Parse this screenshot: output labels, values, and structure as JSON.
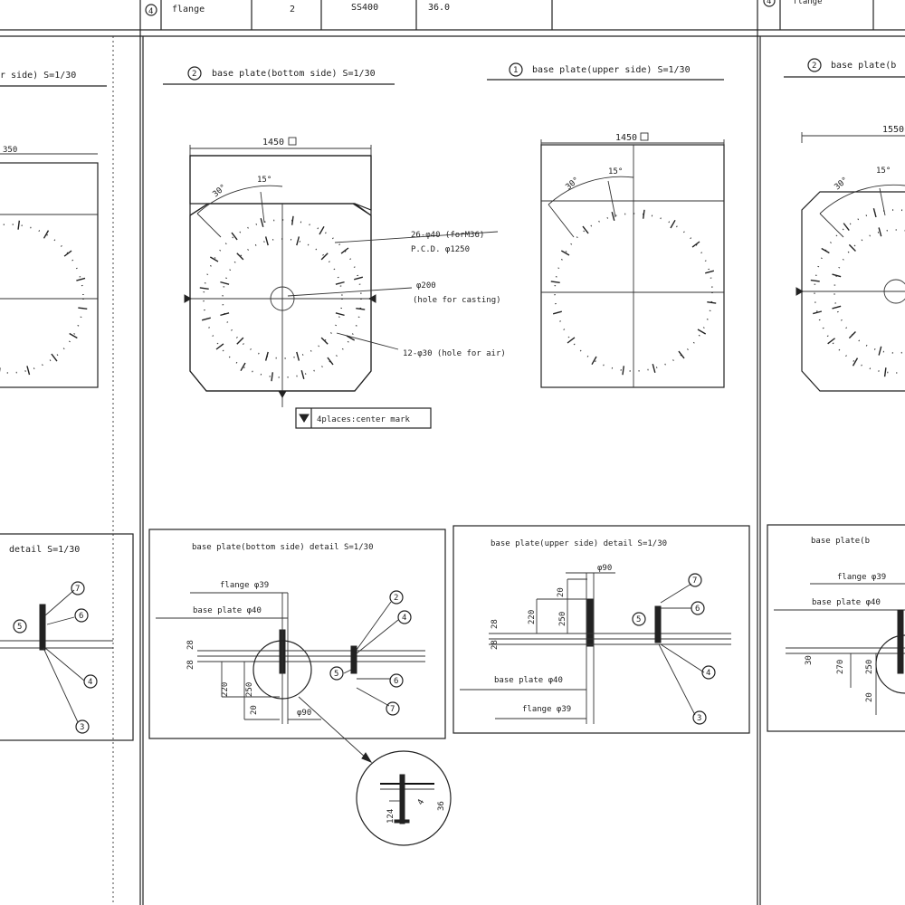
{
  "table_row": {
    "num_center": "4",
    "name_center": "flange",
    "qty_center": "2",
    "material_center": "SS400",
    "dim_center": "36.0",
    "num_right": "4",
    "name_right": "flange"
  },
  "left_panel": {
    "title": "r side) S=1/30",
    "dim": "350",
    "detail_title": "detail S=1/30",
    "detail_labels": [
      "7",
      "6",
      "5",
      "4",
      "3"
    ]
  },
  "bottom_plan": {
    "num": "2",
    "title": "base plate(bottom side) S=1/30",
    "width": "1450",
    "angle_a": "30°",
    "angle_b": "15°",
    "note_holes_1": "26-φ40 (forM36)",
    "note_holes_2": "P.C.D. φ1250",
    "note_center_1": "φ200",
    "note_center_2": "(hole for casting)",
    "note_air": "12-φ30 (hole for air)",
    "center_mark": "4places:center mark"
  },
  "upper_plan": {
    "num": "1",
    "title": "base plate(upper side) S=1/30",
    "width": "1450",
    "angle_a": "30°",
    "angle_b": "15°"
  },
  "right_plan": {
    "num": "2",
    "title": "base plate(b",
    "width": "1550",
    "angle_a": "30°",
    "angle_b": "15°"
  },
  "bottom_detail": {
    "title": "base plate(bottom side) detail S=1/30",
    "flange": "flange φ39",
    "base": "base plate φ40",
    "dims": [
      "28",
      "28",
      "220",
      "250",
      "20"
    ],
    "phi": "φ90",
    "callouts": [
      "2",
      "4",
      "5",
      "6",
      "7"
    ]
  },
  "upper_detail": {
    "title": "base plate(upper side) detail S=1/30",
    "phi": "φ90",
    "dims": [
      "20",
      "220",
      "250",
      "28",
      "28"
    ],
    "base": "base plate φ40",
    "flange": "flange φ39",
    "callouts": [
      "7",
      "6",
      "5",
      "4",
      "3"
    ]
  },
  "right_detail": {
    "title": "base plate(b",
    "flange": "flange φ39",
    "base": "base plate φ40",
    "dims": [
      "30",
      "270",
      "250",
      "20"
    ]
  },
  "enlarged": {
    "dim_a": "124",
    "dim_b": "36",
    "dim_c": "4"
  }
}
